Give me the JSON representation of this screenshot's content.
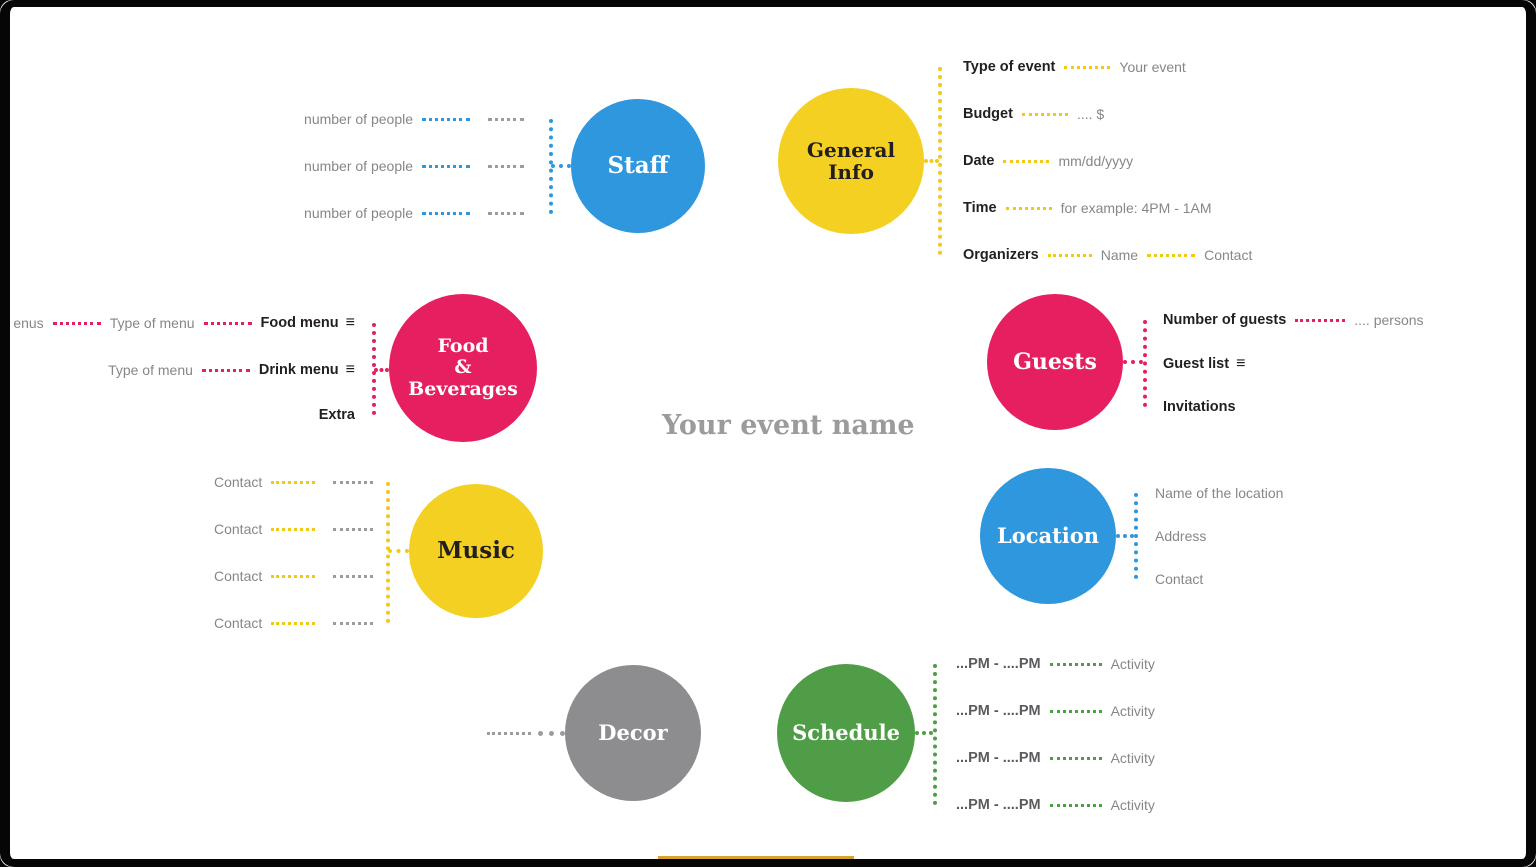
{
  "title": "Your event name",
  "icons": {
    "menu_glyph": "≡"
  },
  "colors": {
    "blue": "#2e97de",
    "yellow": "#f3d021",
    "pink": "#e61f60",
    "green": "#4f9d46",
    "gray_circle": "#8d8d90",
    "label_dark": "#231f20",
    "label_gray": "#85878a",
    "leader_gray": "#9a9c9e",
    "title_gray": "#9b9b9b",
    "bottom_bar": "#d9a12e"
  },
  "nodes": {
    "staff": {
      "label": "Staff",
      "rows": [
        "number of people",
        "number of people",
        "number of people"
      ]
    },
    "general_info": {
      "label_lines": [
        "General",
        "Info"
      ],
      "items": [
        {
          "label": "Type of event",
          "value": "Your event"
        },
        {
          "label": "Budget",
          "value": ".... $"
        },
        {
          "label": "Date",
          "value": "mm/dd/yyyy"
        },
        {
          "label": "Time",
          "value": "for example: 4PM - 1AM"
        },
        {
          "label": "Organizers",
          "value": "Name",
          "value2": "Contact"
        }
      ]
    },
    "food_beverages": {
      "label_lines": [
        "Food",
        "&",
        "Beverages"
      ],
      "rows": [
        {
          "edge_fragment": "enus",
          "type_label": "Type of menu",
          "item": "Food menu"
        },
        {
          "type_label": "Type of menu",
          "item": "Drink menu"
        },
        {
          "item": "Extra"
        }
      ]
    },
    "guests": {
      "label": "Guests",
      "items": [
        {
          "label": "Number of guests",
          "value": ".... persons"
        },
        {
          "label": "Guest list"
        },
        {
          "label": "Invitations"
        }
      ]
    },
    "music": {
      "label": "Music",
      "rows": [
        "Contact",
        "Contact",
        "Contact",
        "Contact"
      ]
    },
    "location": {
      "label": "Location",
      "items": [
        "Name of the location",
        "Address",
        "Contact"
      ]
    },
    "decor": {
      "label": "Decor"
    },
    "schedule": {
      "label": "Schedule",
      "items": [
        {
          "time": "...PM - ....PM",
          "value": "Activity"
        },
        {
          "time": "...PM - ....PM",
          "value": "Activity"
        },
        {
          "time": "...PM - ....PM",
          "value": "Activity"
        },
        {
          "time": "...PM - ....PM",
          "value": "Activity"
        }
      ]
    }
  }
}
